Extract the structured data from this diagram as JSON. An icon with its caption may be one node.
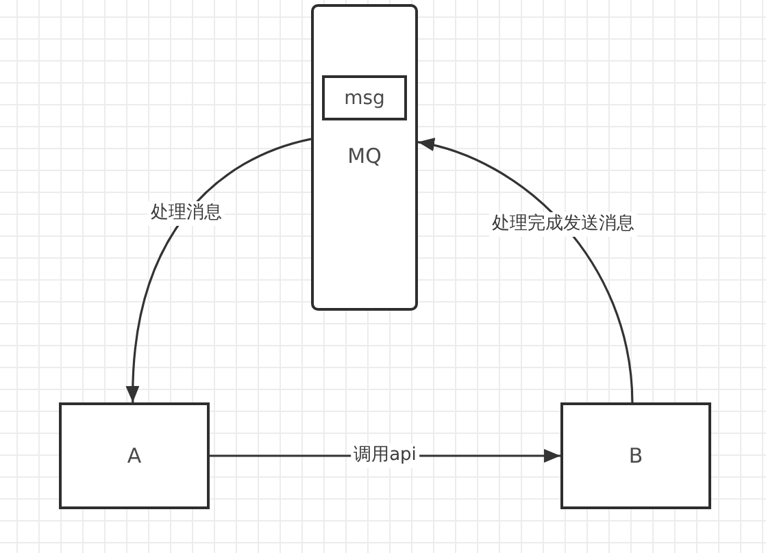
{
  "diagram": {
    "nodes": [
      {
        "text": [
          "MQ"
        ]
      },
      {
        "text": [
          "msg"
        ],
        "in": 0
      },
      {
        "text": [
          "A"
        ]
      },
      {
        "text": [
          "B"
        ]
      }
    ],
    "edges": [
      {
        "from": 0,
        "to": 2,
        "arrow": "to",
        "label": "处理消息"
      },
      {
        "from": 3,
        "to": 0,
        "arrow": "to",
        "label": "处理完成发送消息"
      },
      {
        "from": 2,
        "to": 3,
        "arrow": "to",
        "label": "调用api"
      }
    ]
  }
}
